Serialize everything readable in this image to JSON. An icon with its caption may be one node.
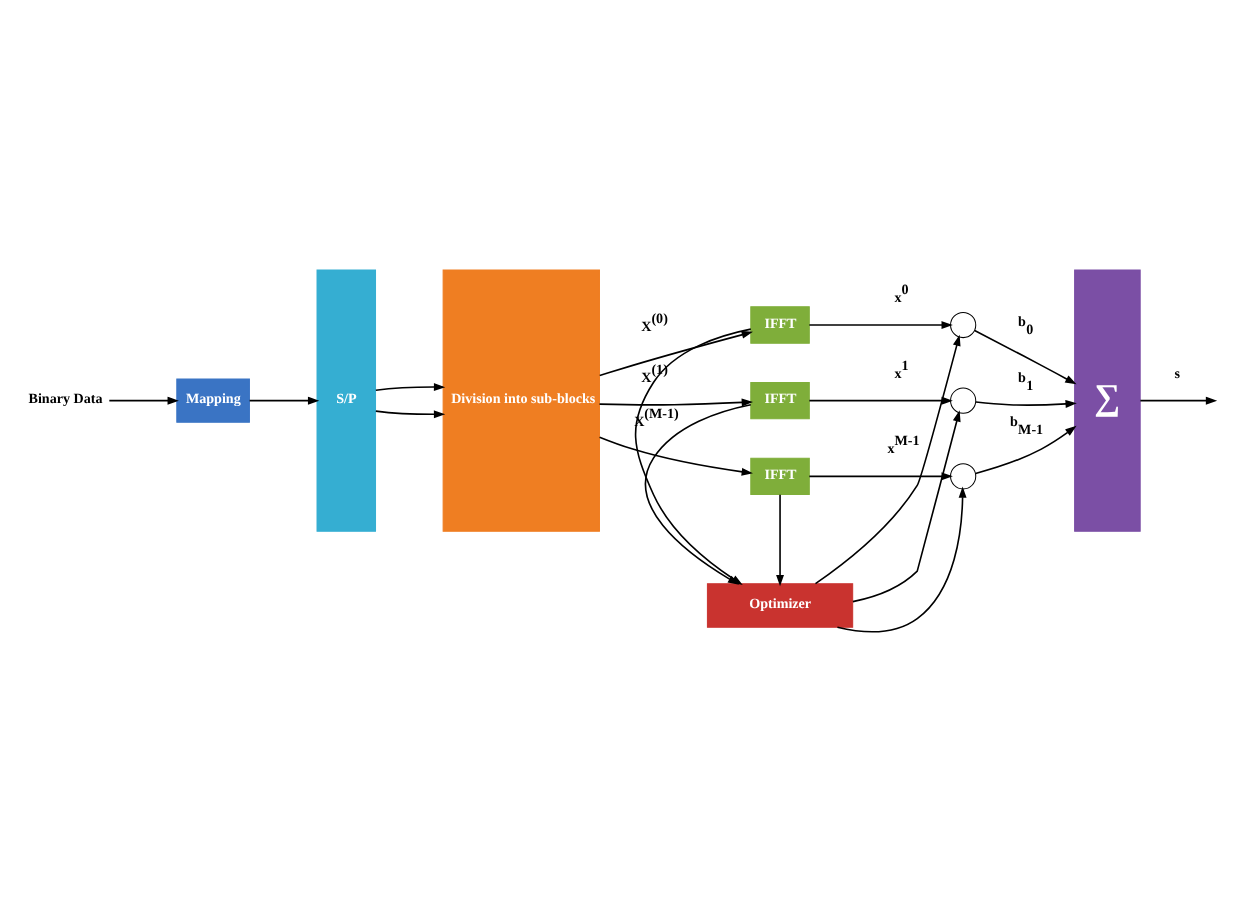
{
  "diagram": {
    "nodes": [
      {
        "text": [
          "Binary Data"
        ]
      },
      {
        "text": [
          "Mapping"
        ]
      },
      {
        "text": [
          "S/P"
        ]
      },
      {
        "text": [
          "Division into sub-blocks"
        ]
      },
      {
        "text": [
          "IFFT"
        ]
      },
      {
        "text": [
          "IFFT"
        ]
      },
      {
        "text": [
          "IFFT"
        ]
      },
      {
        "text": [],
        "shape": "circle"
      },
      {
        "text": [],
        "shape": "circle"
      },
      {
        "text": [],
        "shape": "circle"
      },
      {
        "text": [
          "∑"
        ]
      },
      {
        "text": [
          "Optimizer"
        ]
      }
    ],
    "edges": [
      {
        "from": 0,
        "to": 1,
        "arrow": "to"
      },
      {
        "from": 1,
        "to": 2,
        "arrow": "to"
      },
      {
        "from": 2,
        "to": 3,
        "arrow": "to"
      },
      {
        "from": 2,
        "to": 3,
        "arrow": "to"
      },
      {
        "from": 3,
        "to": 4,
        "arrow": "to",
        "label": "X$^{(0)}$"
      },
      {
        "from": 3,
        "to": 5,
        "arrow": "to",
        "label": "X$^{(1)}$"
      },
      {
        "from": 3,
        "to": 6,
        "arrow": "to",
        "label": "X$^{(M-1)}$"
      },
      {
        "from": 4,
        "to": 7,
        "arrow": "to",
        "label": "x$^{0}$"
      },
      {
        "from": 5,
        "to": 8,
        "arrow": "to",
        "label": "x$^{1}$"
      },
      {
        "from": 6,
        "to": 9,
        "arrow": "to",
        "label": "x$^{M-1}$"
      },
      {
        "from": 4,
        "to": 11,
        "arrow": "to"
      },
      {
        "from": 5,
        "to": 11,
        "arrow": "to"
      },
      {
        "from": 6,
        "to": 11,
        "arrow": "to"
      },
      {
        "from": 11,
        "to": 7,
        "arrow": "to"
      },
      {
        "from": 11,
        "to": 8,
        "arrow": "to"
      },
      {
        "from": 11,
        "to": 9,
        "arrow": "to"
      },
      {
        "from": 7,
        "to": 10,
        "arrow": "to",
        "label": "b$_{0}$"
      },
      {
        "from": 8,
        "to": 10,
        "arrow": "to",
        "label": "b$_{1}$"
      },
      {
        "from": 9,
        "to": 10,
        "arrow": "to",
        "label": "b$_{M-1}$"
      },
      {
        "from": 10,
        "to": null,
        "arrow": "to",
        "label": "s"
      }
    ]
  }
}
